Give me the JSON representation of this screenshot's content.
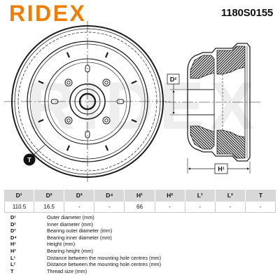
{
  "brand": {
    "logo_text": "RIDEX",
    "watermark": "RIDEX"
  },
  "part_number": "1180S0155",
  "colors": {
    "logo": "#f07d00",
    "header_bg": "#d8d8d8",
    "table_border": "#cccccc",
    "drawing_line": "#1e1e1e",
    "watermark": "#eeeeee"
  },
  "drawing": {
    "labels": {
      "d2": "D²",
      "h1": "H¹",
      "t": "T"
    }
  },
  "specs": {
    "columns": [
      "D¹",
      "D²",
      "D³",
      "D⁴",
      "H¹",
      "H²",
      "L¹",
      "L²",
      "T"
    ],
    "values": [
      "110.5",
      "16.5",
      "-",
      "-",
      "66",
      "-",
      "-",
      "-",
      "-"
    ]
  },
  "legend": [
    {
      "symbol": "D¹",
      "text": "Outer diameter (mm)"
    },
    {
      "symbol": "D²",
      "text": "Inner diameter (mm)"
    },
    {
      "symbol": "D³",
      "text": "Bearing outer diameter (mm)"
    },
    {
      "symbol": "D⁴",
      "text": "Bearing inner diameter (mm)"
    },
    {
      "symbol": "H¹",
      "text": "Height (mm)"
    },
    {
      "symbol": "H²",
      "text": "Bearing height (mm)"
    },
    {
      "symbol": "L¹",
      "text": "Distance between the mounting hole centres (mm)"
    },
    {
      "symbol": "L²",
      "text": "Distance between the mounting hole centres (mm)"
    },
    {
      "symbol": "T",
      "text": "Thread size (mm)"
    }
  ]
}
